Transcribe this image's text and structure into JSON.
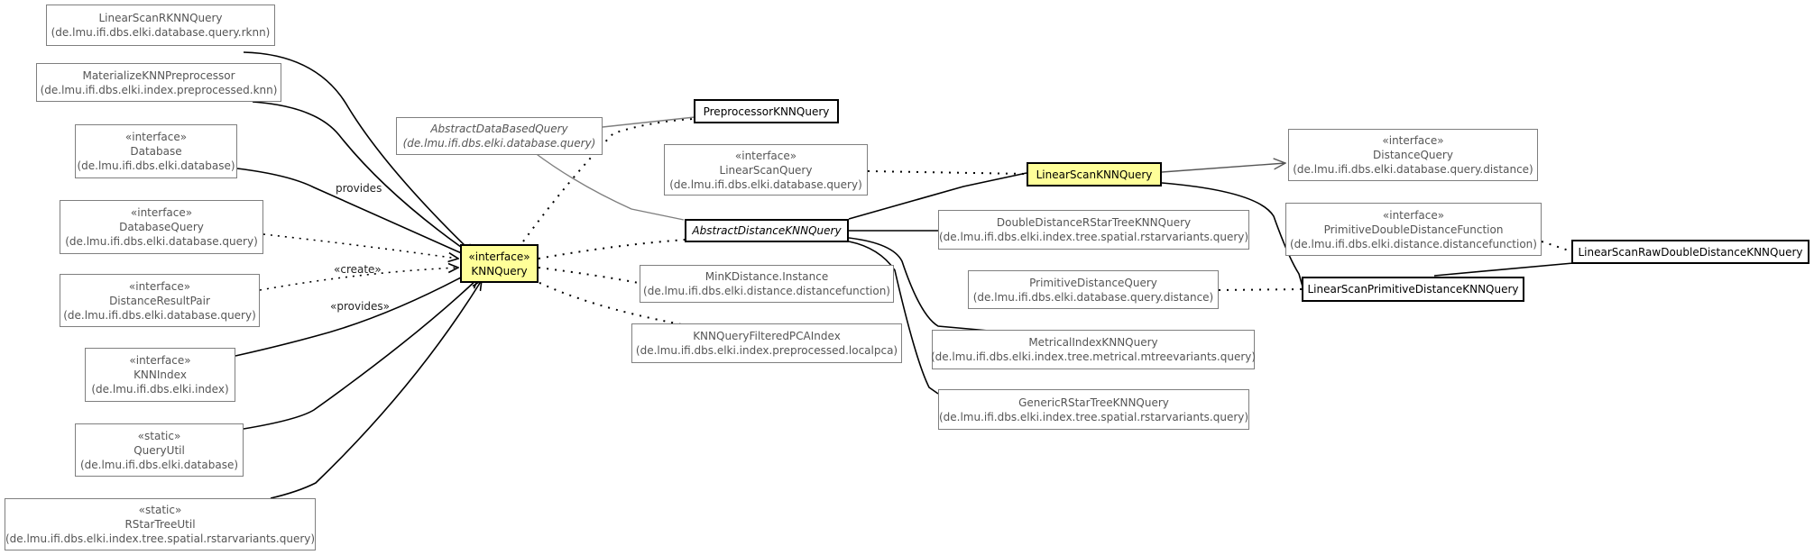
{
  "nodes": {
    "linear_scan_rknn": {
      "name": "LinearScanRKNNQuery",
      "package": "(de.lmu.ifi.dbs.elki.database.query.rknn)"
    },
    "materialize_knn": {
      "name": "MaterializeKNNPreprocessor",
      "package": "(de.lmu.ifi.dbs.elki.index.preprocessed.knn)"
    },
    "database": {
      "stereotype": "«interface»",
      "name": "Database",
      "package": "(de.lmu.ifi.dbs.elki.database)"
    },
    "database_query": {
      "stereotype": "«interface»",
      "name": "DatabaseQuery",
      "package": "(de.lmu.ifi.dbs.elki.database.query)"
    },
    "distance_result_pair": {
      "stereotype": "«interface»",
      "name": "DistanceResultPair",
      "package": "(de.lmu.ifi.dbs.elki.database.query)"
    },
    "knn_index": {
      "stereotype": "«interface»",
      "name": "KNNIndex",
      "package": "(de.lmu.ifi.dbs.elki.index)"
    },
    "query_util": {
      "stereotype": "«static»",
      "name": "QueryUtil",
      "package": "(de.lmu.ifi.dbs.elki.database)"
    },
    "rstar_tree_util": {
      "stereotype": "«static»",
      "name": "RStarTreeUtil",
      "package": "(de.lmu.ifi.dbs.elki.index.tree.spatial.rstarvariants.query)"
    },
    "knn_query": {
      "stereotype": "«interface»",
      "name": "KNNQuery"
    },
    "abstract_data_based_query": {
      "name": "AbstractDataBasedQuery",
      "package": "(de.lmu.ifi.dbs.elki.database.query)"
    },
    "preprocessor_knn_query": {
      "name": "PreprocessorKNNQuery"
    },
    "linear_scan_query": {
      "stereotype": "«interface»",
      "name": "LinearScanQuery",
      "package": "(de.lmu.ifi.dbs.elki.database.query)"
    },
    "abstract_distance_knn_query": {
      "name": "AbstractDistanceKNNQuery"
    },
    "mink_distance_instance": {
      "name": "MinKDistance.Instance",
      "package": "(de.lmu.ifi.dbs.elki.distance.distancefunction)"
    },
    "knn_query_filtered_pca_index": {
      "name": "KNNQueryFilteredPCAIndex",
      "package": "(de.lmu.ifi.dbs.elki.index.preprocessed.localpca)"
    },
    "linear_scan_knn_query": {
      "name": "LinearScanKNNQuery"
    },
    "double_distance_rstar_tree_knn_query": {
      "name": "DoubleDistanceRStarTreeKNNQuery",
      "package": "(de.lmu.ifi.dbs.elki.index.tree.spatial.rstarvariants.query)"
    },
    "primitive_distance_query": {
      "name": "PrimitiveDistanceQuery",
      "package": "(de.lmu.ifi.dbs.elki.database.query.distance)"
    },
    "metrical_index_knn_query": {
      "name": "MetricalIndexKNNQuery",
      "package": "(de.lmu.ifi.dbs.elki.index.tree.metrical.mtreevariants.query)"
    },
    "generic_rstar_tree_knn_query": {
      "name": "GenericRStarTreeKNNQuery",
      "package": "(de.lmu.ifi.dbs.elki.index.tree.spatial.rstarvariants.query)"
    },
    "distance_query": {
      "stereotype": "«interface»",
      "name": "DistanceQuery",
      "package": "(de.lmu.ifi.dbs.elki.database.query.distance)"
    },
    "primitive_double_distance_function": {
      "stereotype": "«interface»",
      "name": "PrimitiveDoubleDistanceFunction",
      "package": "(de.lmu.ifi.dbs.elki.distance.distancefunction)"
    },
    "linear_scan_primitive_distance_knn_query": {
      "name": "LinearScanPrimitiveDistanceKNNQuery"
    },
    "linear_scan_raw_double_distance_knn_query": {
      "name": "LinearScanRawDoubleDistanceKNNQuery"
    }
  },
  "edge_labels": {
    "provides": "provides",
    "create": "«create»",
    "provides_stereo": "«provides»"
  },
  "colors": {
    "focus_fill": "#ffff99",
    "gray_border": "#7f7f7f",
    "black_border": "#000000"
  }
}
